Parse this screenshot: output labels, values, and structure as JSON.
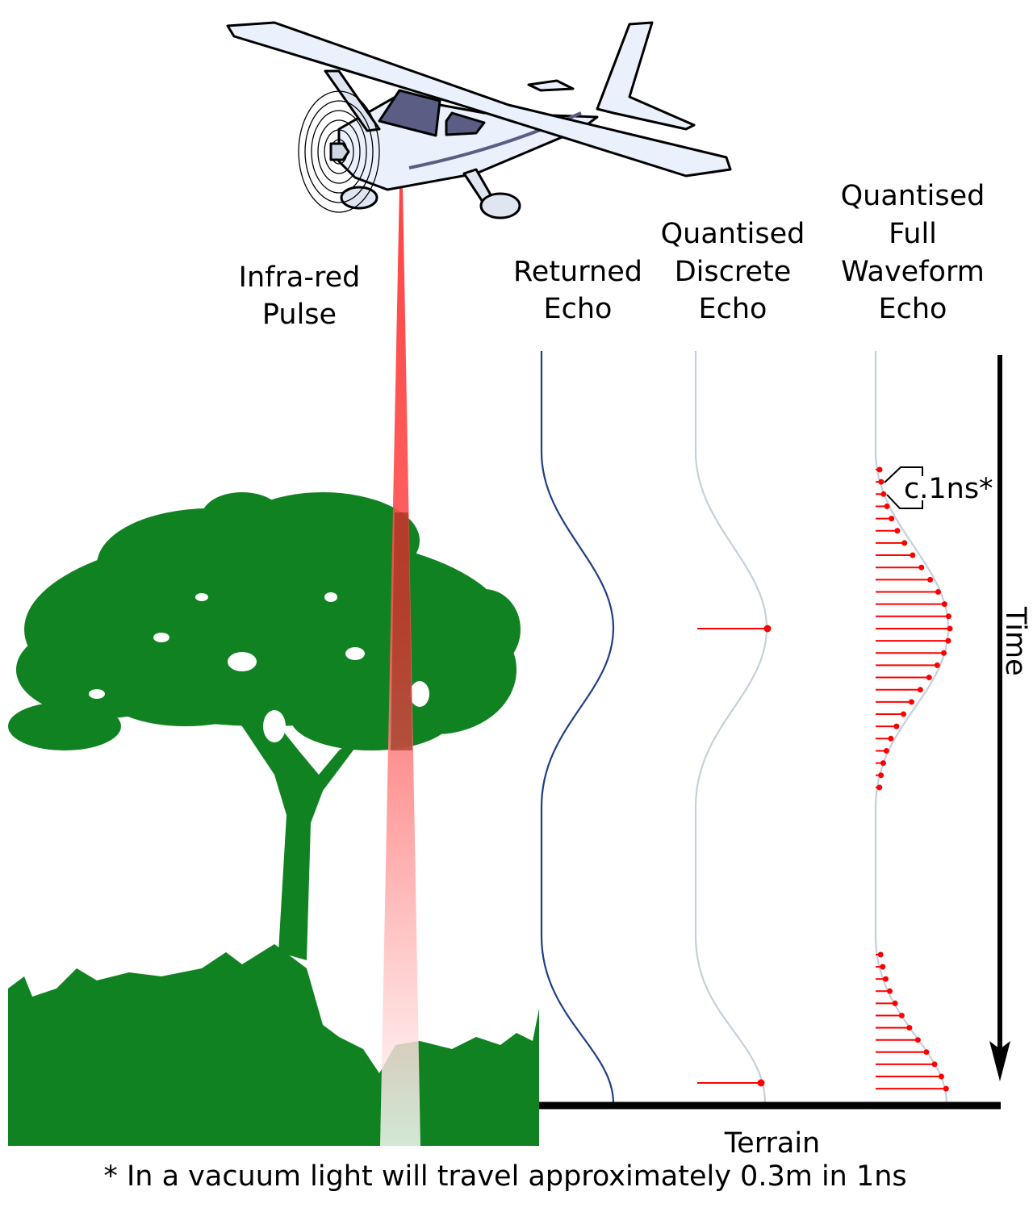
{
  "labels": {
    "pulse": [
      "Infra-red",
      "Pulse"
    ],
    "returned": [
      "Returned",
      "Echo"
    ],
    "discrete": [
      "Quantised",
      "Discrete",
      "Echo"
    ],
    "full": [
      "Quantised",
      "Full",
      "Waveform",
      "Echo"
    ],
    "time": "Time",
    "terrain": "Terrain",
    "sample_interval": "c.1ns*",
    "footnote": "* In a vacuum light will travel approximately 0.3m in 1ns"
  },
  "colors": {
    "tree": "#118222",
    "pulse": "#ff3333",
    "echo_curve": "#1f3f85",
    "quantised_curve": "#c5cfdd",
    "sample": "#ff0000"
  }
}
